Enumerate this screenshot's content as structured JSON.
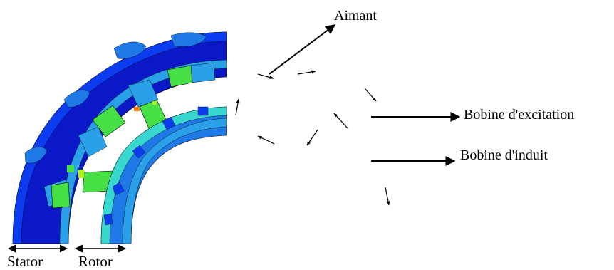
{
  "labels": {
    "stator": "Stator",
    "rotor": "Rotor",
    "aimant": "Aimant",
    "bobine_excitation": "Bobine d'excitation",
    "bobine_induit": "Bobine d'induit"
  },
  "colors": {
    "deep_blue": "#0a18c8",
    "blue": "#0b3cf0",
    "mid_blue": "#1e78e6",
    "light_blue": "#2aa0e8",
    "cyan": "#38d8d0",
    "green": "#46e046",
    "yellow_green": "#b0f020",
    "orange": "#ff8000",
    "mesh_line": "#000000",
    "arrow": "#000000"
  }
}
